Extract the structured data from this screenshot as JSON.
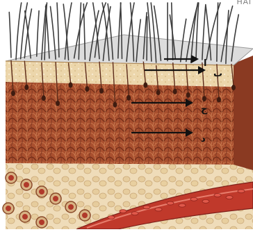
{
  "diagram": {
    "corner_text": "HAI",
    "labels": [
      {
        "id": "1",
        "text": "ا"
      },
      {
        "id": "2",
        "text": "ب"
      },
      {
        "id": "3",
        "text": "ج"
      },
      {
        "id": "4",
        "text": "د"
      }
    ]
  },
  "colors": {
    "epidermis": "#e9d2a6",
    "dermis": "#a2482c",
    "hypodermis": "#ecd9b6",
    "vessel": "#b8302a",
    "hair": "#3c3c3c",
    "arrow": "#111111"
  }
}
